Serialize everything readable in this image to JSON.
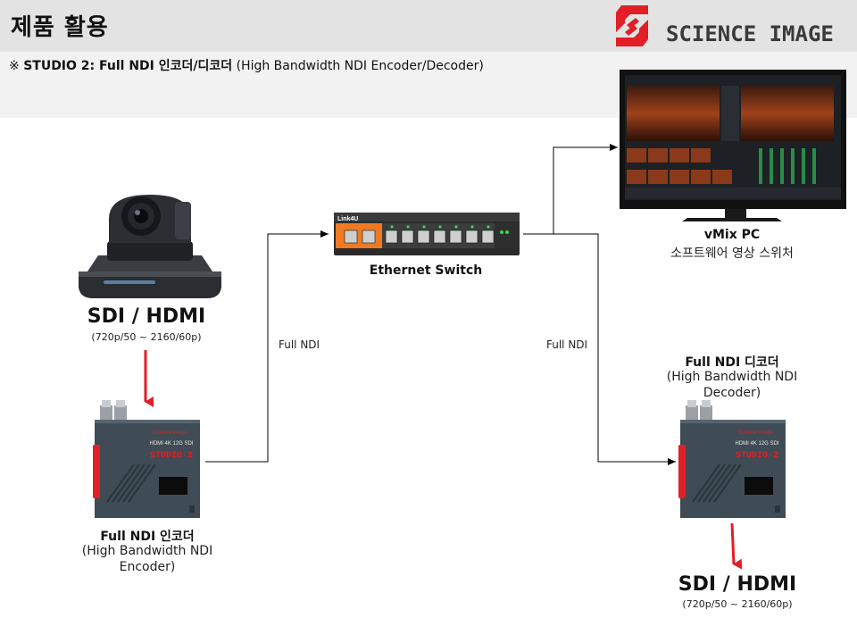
{
  "header": {
    "title": "제품 활용",
    "brand_name": "SCIENCE IMAGE"
  },
  "subtitle": {
    "prefix": "※ ",
    "bold": "STUDIO 2: Full NDI 인코더/디코더",
    "normal": " (High Bandwidth NDI Encoder/Decoder)"
  },
  "camera": {
    "title": "SDI / HDMI",
    "spec": "(720p/50  ~ 2160/60p)"
  },
  "encoder": {
    "title": "Full NDI 인코더",
    "line1": "(High Bandwidth NDI",
    "line2": "Encoder)",
    "device": {
      "brand": "Science image",
      "model": "HDMI 4K  12G SDI",
      "name": "STUDIO-2"
    }
  },
  "switch": {
    "title": "Ethernet Switch",
    "brand": "Link4U"
  },
  "pc": {
    "title": "vMix PC",
    "subtitle": "소프트웨어 영상 스위처"
  },
  "decoder": {
    "title": "Full NDI 디코더",
    "line1": "(High Bandwidth NDI",
    "line2": "Decoder)",
    "device": {
      "brand": "Science image",
      "model": "HDMI 4K  12G SDI",
      "name": "STUDIO-2"
    }
  },
  "output": {
    "title": "SDI / HDMI",
    "spec": "(720p/50  ~ 2160/60p)"
  },
  "edges": {
    "left_label": "Full NDI",
    "right_label": "Full NDI"
  },
  "colors": {
    "accent_red": "#e21e26",
    "device_body": "#3f4c55",
    "switch_orange": "#f07a22"
  }
}
